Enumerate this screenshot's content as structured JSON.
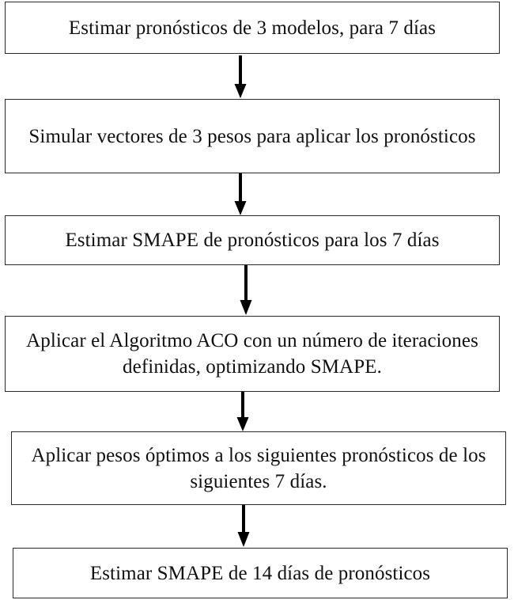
{
  "diagram": {
    "type": "flowchart",
    "orientation": "vertical",
    "title": "",
    "colors": {
      "box_border": "#2a2a2a",
      "box_fill": "#ffffff",
      "text": "#101010",
      "arrow": "#000000",
      "background": "#ffffff"
    },
    "nodes": [
      {
        "id": "step-1",
        "order": 1,
        "shape": "rectangle",
        "label": "Estimar pronósticos de 3 modelos, para 7 días",
        "lines": [
          "Estimar pronósticos de 3 modelos, para 7 días"
        ]
      },
      {
        "id": "step-2",
        "order": 2,
        "shape": "rectangle",
        "label": "Simular vectores de 3 pesos para aplicar los pronósticos",
        "lines": [
          "Simular vectores de 3 pesos para aplicar los",
          "pronósticos"
        ]
      },
      {
        "id": "step-3",
        "order": 3,
        "shape": "rectangle",
        "label": "Estimar SMAPE de pronósticos para los 7 días",
        "lines": [
          "Estimar SMAPE de pronósticos para los 7 días"
        ]
      },
      {
        "id": "step-4",
        "order": 4,
        "shape": "rectangle",
        "label": "Aplicar el Algoritmo ACO con un número de iteraciones definidas, optimizando SMAPE.",
        "lines": [
          "Aplicar el Algoritmo ACO con un número de",
          "iteraciones definidas, optimizando SMAPE."
        ]
      },
      {
        "id": "step-5",
        "order": 5,
        "shape": "rectangle",
        "label": "Aplicar pesos óptimos a los siguientes pronósticos de los siguientes 7 días.",
        "lines": [
          "Aplicar pesos óptimos a los siguientes",
          "pronósticos de los siguientes 7 días."
        ]
      },
      {
        "id": "step-6",
        "order": 6,
        "shape": "rectangle",
        "label": "Estimar SMAPE de 14 días de pronósticos",
        "lines": [
          "Estimar SMAPE de 14 días de pronósticos"
        ]
      }
    ],
    "edges": [
      {
        "id": "edge-1",
        "from": "step-1",
        "to": "step-2",
        "label": "",
        "marker": "arrow-down"
      },
      {
        "id": "edge-2",
        "from": "step-2",
        "to": "step-3",
        "label": "",
        "marker": "arrow-down"
      },
      {
        "id": "edge-3",
        "from": "step-3",
        "to": "step-4",
        "label": "",
        "marker": "arrow-down"
      },
      {
        "id": "edge-4",
        "from": "step-4",
        "to": "step-5",
        "label": "",
        "marker": "arrow-down"
      },
      {
        "id": "edge-5",
        "from": "step-5",
        "to": "step-6",
        "label": "",
        "marker": "arrow-down"
      }
    ]
  }
}
